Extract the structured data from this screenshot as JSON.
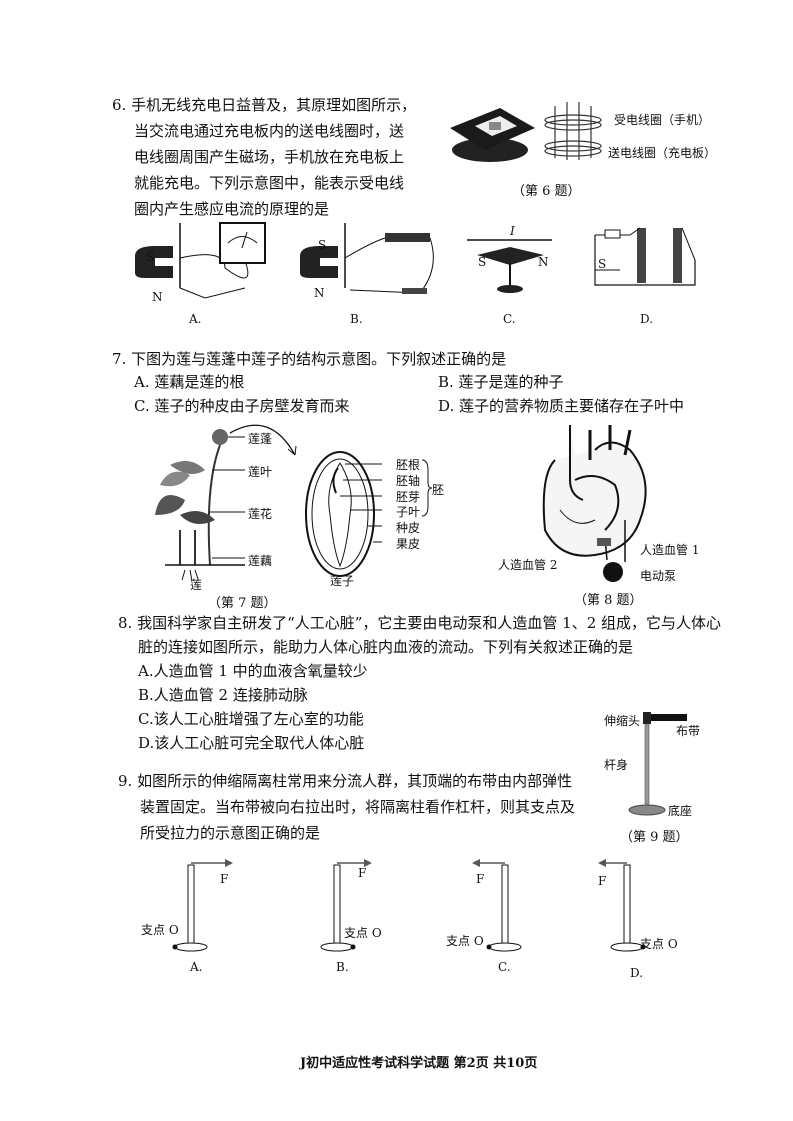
{
  "q6": {
    "lines": [
      "6. 手机无线充电日益普及，其原理如图所示，",
      "当交流电通过充电板内的送电线圈时，送",
      "电线圈周围产生磁场，手机放在充电板上",
      "就能充电。下列示意图中，能表示受电线",
      "圈内产生感应电流的原理的是"
    ],
    "fig_labels": {
      "receive_coil": "受电线圈（手机）",
      "send_coil": "送电线圈（充电板）",
      "caption": "（第 6 题）"
    },
    "options": [
      "A.",
      "B.",
      "C.",
      "D."
    ],
    "marks": {
      "S": "S",
      "N": "N",
      "I": "I"
    }
  },
  "q7": {
    "stem": "7. 下图为莲与莲蓬中莲子的结构示意图。下列叙述正确的是",
    "options": {
      "A": "A. 莲藕是莲的根",
      "B": "B. 莲子是莲的种子",
      "C": "C. 莲子的种皮由子房壁发育而来",
      "D": "D. 莲子的营养物质主要储存在子叶中"
    },
    "plant_labels": [
      "莲蓬",
      "莲叶",
      "莲花",
      "莲藕"
    ],
    "plant_caption": "莲",
    "seed_labels": [
      "胚根",
      "胚轴",
      "胚芽",
      "子叶",
      "种皮",
      "果皮"
    ],
    "embryo": "胚",
    "seed_caption": "莲子",
    "caption": "（第 7 题）"
  },
  "q8": {
    "stem1": "8. 我国科学家自主研发了“人工心脏”，它主要由电动泵和人造血管 1、2 组成，它与人体心",
    "stem2": "脏的连接如图所示，能助力人体心脏内血液的流动。下列有关叙述正确的是",
    "options": [
      "A.人造血管 1 中的血液含氧量较少",
      "B.人造血管 2 连接肺动脉",
      "C.该人工心脏增强了左心室的功能",
      "D.该人工心脏可完全取代人体心脏"
    ],
    "fig_labels": {
      "vessel1": "人造血管 1",
      "vessel2": "人造血管 2",
      "pump": "电动泵"
    },
    "caption": "（第 8 题）"
  },
  "q9": {
    "lines": [
      "9. 如图所示的伸缩隔离柱常用来分流人群，其顶端的布带由内部弹性",
      "装置固定。当布带被向右拉出时，将隔离柱看作杠杆，则其支点及",
      "所受拉力的示意图正确的是"
    ],
    "fig_labels": {
      "head": "伸缩头",
      "belt": "布带",
      "body": "杆身",
      "base": "底座"
    },
    "caption": "（第 9 题）",
    "options": [
      "A.",
      "B.",
      "C.",
      "D."
    ],
    "force": "F",
    "pivot": "支点 O"
  },
  "footer": "J初中适应性考试科学试题  第2页  共10页"
}
